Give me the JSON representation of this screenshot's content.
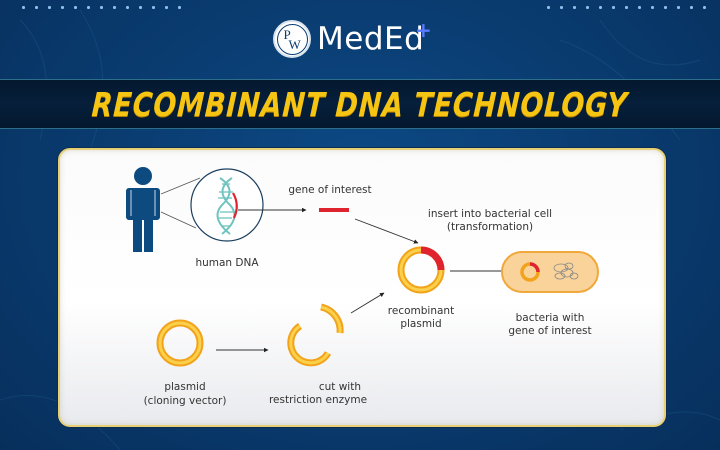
{
  "brand": {
    "badge_letters": [
      "P",
      "W"
    ],
    "name": "MedEd",
    "plus_glyph": "+"
  },
  "title": "RECOMBINANT DNA TECHNOLOGY",
  "diagram": {
    "labels": {
      "human_dna": "human DNA",
      "gene_of_interest": "gene of interest",
      "insert_line1": "insert into bacterial cell",
      "insert_line2": "(transformation)",
      "recombinant_line1": "recombinant",
      "recombinant_line2": "plasmid",
      "bacteria_line1": "bacteria with",
      "bacteria_line2": "gene of interest",
      "plasmid_line1": "plasmid",
      "plasmid_line2": "(cloning vector)",
      "cut_line1": "cut with",
      "cut_line2": "restriction enzyme"
    },
    "icons": [
      "human-figure-icon",
      "dna-helix-icon",
      "gene-segment-icon",
      "plasmid-ring-icon",
      "cut-plasmid-icon",
      "recombinant-plasmid-icon",
      "bacterium-icon",
      "chromosome-coil-icon"
    ]
  },
  "colors": {
    "background": "#0a3d72",
    "title_band": "#061f3b",
    "title_text": "#f6c413",
    "panel_border": "#e6cf74",
    "plasmid_outer": "#f2a31b",
    "plasmid_inner": "#fbd04a",
    "gene_red": "#e0242f",
    "human_figure": "#0d4a80",
    "dna_teal": "#6fc4c0",
    "bacterium_fill": "#f9d39a",
    "bacterium_border": "#f0a83a"
  },
  "decorations": {
    "dot_count_per_row": 13
  }
}
